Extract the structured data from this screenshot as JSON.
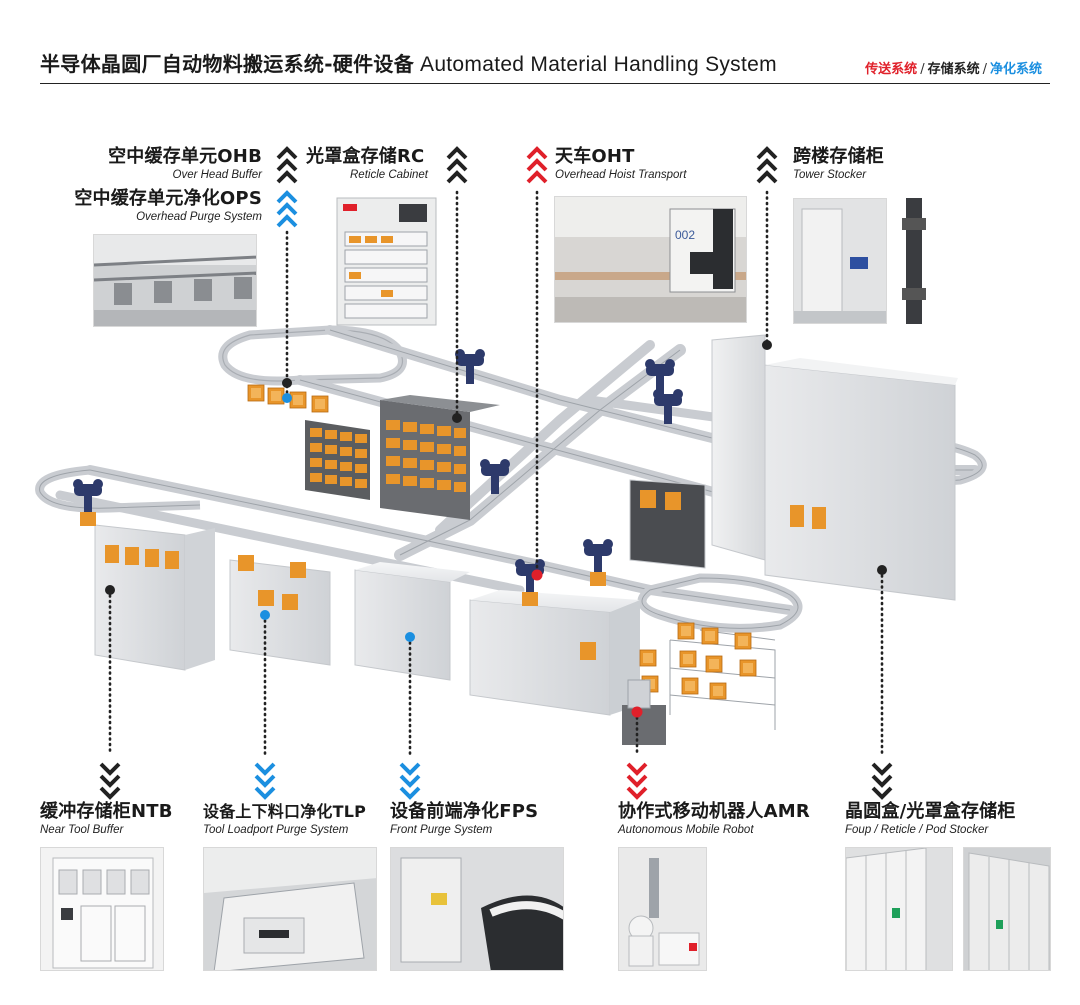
{
  "header": {
    "title_cn": "半导体晶圆厂自动物料搬运系统-硬件设备",
    "title_en": "Automated Material Handling System",
    "legend": [
      {
        "label": "传送系统",
        "color": "#e0202a"
      },
      {
        "label": "存储系统",
        "color": "#222222"
      },
      {
        "label": "净化系统",
        "color": "#1b8fe0"
      }
    ]
  },
  "top_items": [
    {
      "cn": "空中缓存单元OHB",
      "en": "Over Head Buffer",
      "category": "storage"
    },
    {
      "cn": "空中缓存单元净化OPS",
      "en": "Overhead Purge System",
      "category": "purge"
    },
    {
      "cn": "光罩盒存储RC",
      "en": "Reticle Cabinet",
      "category": "storage"
    },
    {
      "cn": "天车OHT",
      "en": "Overhead Hoist Transport",
      "category": "transport"
    },
    {
      "cn": "跨楼存储柜",
      "en": "Tower Stocker",
      "category": "storage"
    }
  ],
  "bottom_items": [
    {
      "cn": "缓冲存储柜NTB",
      "en": "Near Tool Buffer",
      "category": "storage"
    },
    {
      "cn": "设备上下料口净化TLP",
      "en": "Tool Loadport Purge System",
      "category": "purge"
    },
    {
      "cn": "设备前端净化FPS",
      "en": "Front Purge System",
      "category": "purge"
    },
    {
      "cn": "协作式移动机器人AMR",
      "en": "Autonomous Mobile Robot",
      "category": "transport"
    },
    {
      "cn": "晶圆盒/光罩盒存储柜",
      "en": "Foup / Reticle / Pod Stocker",
      "category": "storage"
    }
  ],
  "photo_labels": {
    "oht_unit": "002"
  },
  "colors": {
    "transport": "#e0202a",
    "storage": "#222222",
    "purge": "#1b8fe0",
    "pod_orange": "#e8952a",
    "carriage_navy": "#2d3a6b",
    "rail": "#c9ccd1"
  }
}
